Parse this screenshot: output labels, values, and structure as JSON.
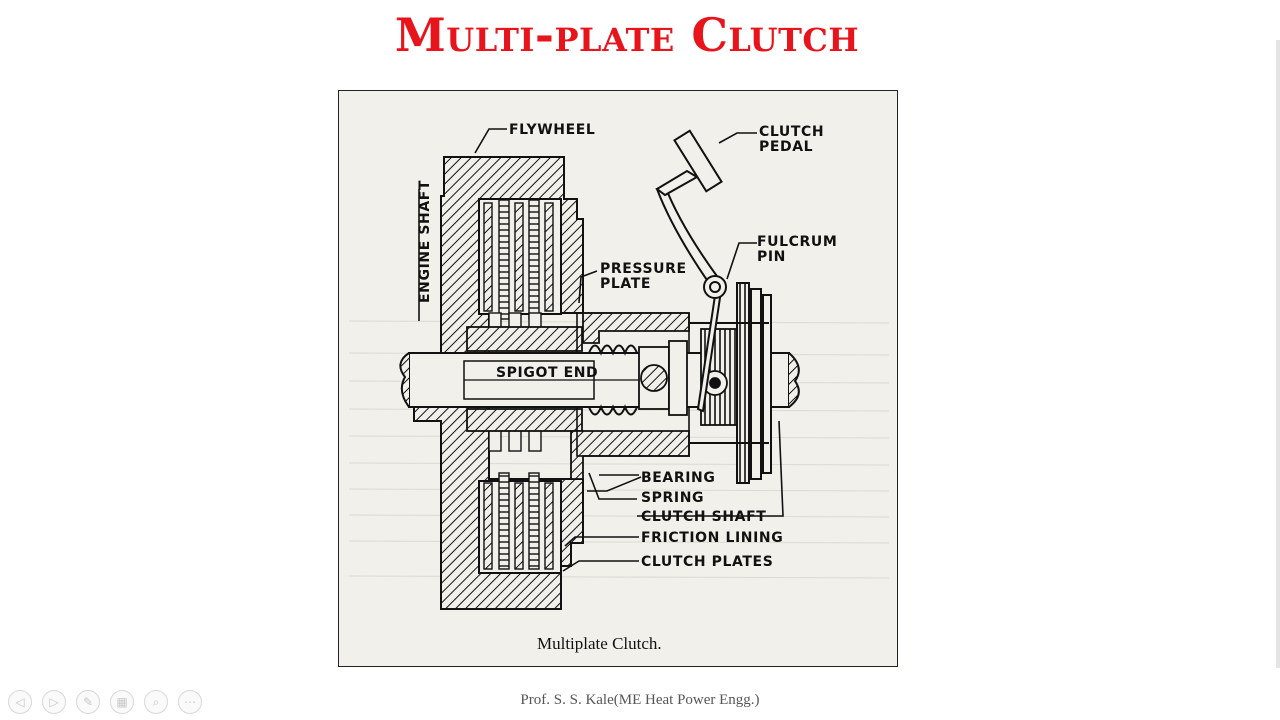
{
  "slide": {
    "title": "Multi-plate Clutch",
    "footer": "Prof. S. S. Kale(ME Heat Power Engg.)"
  },
  "figure": {
    "labels": {
      "flywheel": "FLYWHEEL",
      "clutch_pedal_1": "CLUTCH",
      "clutch_pedal_2": "PEDAL",
      "engine_shaft": "ENGINE SHAFT",
      "fulcrum_pin_1": "FULCRUM",
      "fulcrum_pin_2": "PIN",
      "pressure_plate_1": "PRESSURE",
      "pressure_plate_2": "PLATE",
      "spigot_end": "SPIGOT END",
      "bearing": "BEARING",
      "spring": "SPRING",
      "clutch_shaft": "CLUTCH SHAFT",
      "friction_lining": "FRICTION LINING",
      "clutch_plates": "CLUTCH PLATES"
    },
    "caption": "Multiplate Clutch."
  },
  "controls": [
    {
      "name": "previous-slide-icon",
      "glyph": "◁"
    },
    {
      "name": "next-slide-icon",
      "glyph": "▷"
    },
    {
      "name": "pen-icon",
      "glyph": "✎"
    },
    {
      "name": "slides-grid-icon",
      "glyph": "▦"
    },
    {
      "name": "zoom-icon",
      "glyph": "⌕"
    },
    {
      "name": "more-options-icon",
      "glyph": "⋯"
    }
  ]
}
